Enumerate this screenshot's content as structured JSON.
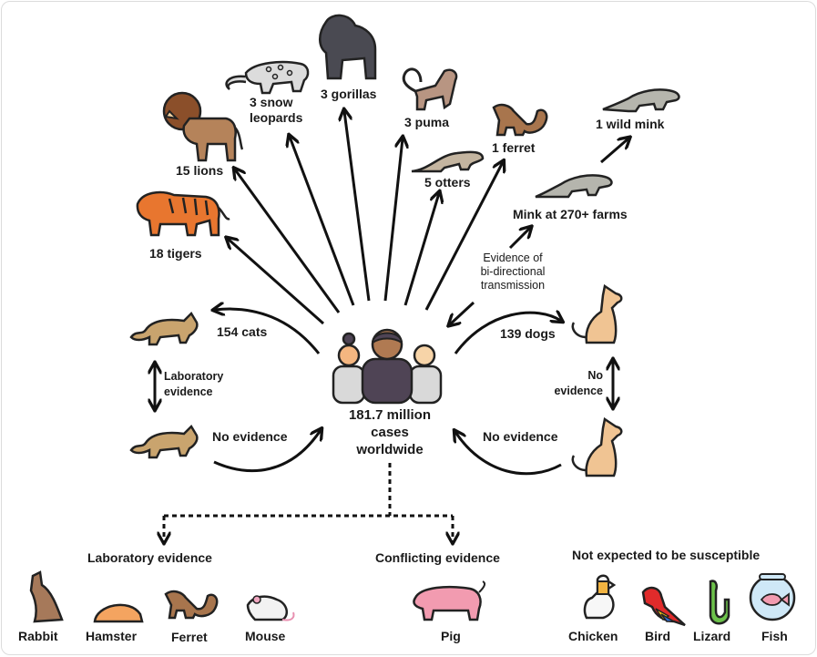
{
  "diagram": {
    "center": {
      "label_line1": "181.7 million",
      "label_line2": "cases",
      "label_line3": "worldwide",
      "icon": "people-group-icon"
    },
    "infected_animals": [
      {
        "id": "tigers",
        "label": "18 tigers",
        "icon": "tiger-icon"
      },
      {
        "id": "lions",
        "label": "15 lions",
        "icon": "lion-icon"
      },
      {
        "id": "snow_leopards",
        "label_line1": "3 snow",
        "label_line2": "leopards",
        "icon": "snow-leopard-icon"
      },
      {
        "id": "gorillas",
        "label": "3 gorillas",
        "icon": "gorilla-icon"
      },
      {
        "id": "puma",
        "label": "3 puma",
        "icon": "puma-icon"
      },
      {
        "id": "otters",
        "label": "5 otters",
        "icon": "otter-icon"
      },
      {
        "id": "ferret",
        "label": "1 ferret",
        "icon": "ferret-icon"
      }
    ],
    "mink": {
      "farms_label": "Mink at 270+ farms",
      "wild_label": "1 wild mink",
      "bidirectional_line1": "Evidence of",
      "bidirectional_line2": "bi-directional",
      "bidirectional_line3": "transmission"
    },
    "cats": {
      "infected_label": "154 cats",
      "between_label_line1": "Laboratory",
      "between_label_line2": "evidence",
      "return_label": "No evidence"
    },
    "dogs": {
      "infected_label": "139 dogs",
      "between_label_line1": "No",
      "between_label_line2": "evidence",
      "return_label": "No evidence"
    },
    "categories": [
      {
        "title": "Laboratory evidence",
        "animals": [
          "Rabbit",
          "Hamster",
          "Ferret",
          "Mouse"
        ]
      },
      {
        "title": "Conflicting evidence",
        "animals": [
          "Pig"
        ]
      },
      {
        "title": "Not expected to be susceptible",
        "animals": [
          "Chicken",
          "Bird",
          "Lizard",
          "Fish"
        ]
      }
    ],
    "colors": {
      "arrow": "#111111",
      "tiger": "#e8762f",
      "lion": "#b5835a",
      "gorilla": "#4a4a52",
      "puma": "#b89582",
      "ferret": "#a8754d",
      "mink": "#b5b5ad",
      "cat": "#c9a46e",
      "dog": "#f0c493",
      "pig": "#f29bb0",
      "hamster": "#f4a460",
      "people_shirt": "#d9d9d9",
      "people_center": "#4f4455"
    }
  }
}
